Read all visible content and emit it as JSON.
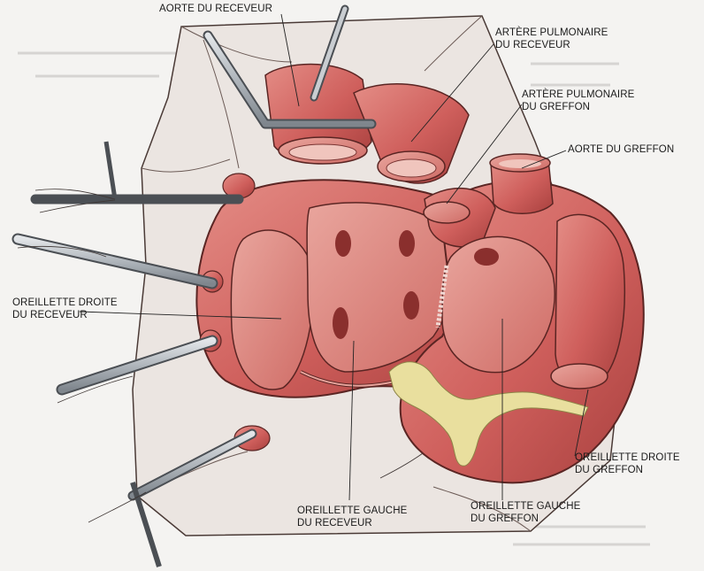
{
  "labels": {
    "aorte_receveur": {
      "lines": [
        "AORTE DU RECEVEUR"
      ]
    },
    "artere_pulm_receveur": {
      "lines": [
        "ARTÈRE PULMONAIRE",
        "DU RECEVEUR"
      ]
    },
    "artere_pulm_greffon": {
      "lines": [
        "ARTÈRE PULMONAIRE",
        "DU GREFFON"
      ]
    },
    "aorte_greffon": {
      "lines": [
        "AORTE DU GREFFON"
      ]
    },
    "oreillette_droite_receveur": {
      "lines": [
        "OREILLETTE DROITE",
        "DU RECEVEUR"
      ]
    },
    "oreillette_droite_greffon": {
      "lines": [
        "OREILLETTE DROITE",
        "DU GREFFON"
      ]
    },
    "oreillette_gauche_receveur": {
      "lines": [
        "OREILLETTE GAUCHE",
        "DU RECEVEUR"
      ]
    },
    "oreillette_gauche_greffon": {
      "lines": [
        "OREILLETTE GAUCHE",
        "DU GREFFON"
      ]
    }
  },
  "colors": {
    "tissue": "#cf5f5c",
    "tissue_dark": "#9e3b3a",
    "tissue_light": "#e38d87",
    "drape": "#ebe5e1",
    "fat": "#e9df9e",
    "steel": "#b7bcc2"
  }
}
